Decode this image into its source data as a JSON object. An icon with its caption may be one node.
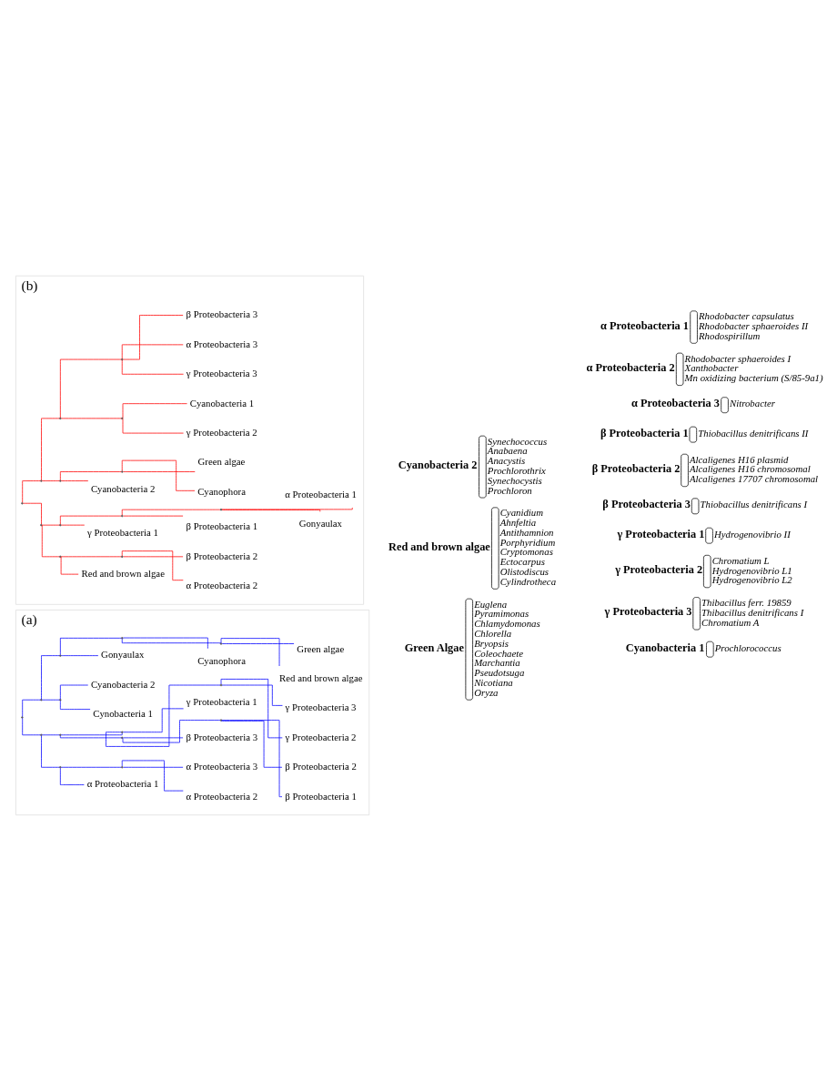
{
  "diagram": {
    "nodes": [
      {
        "text": [
          "(a)"
        ]
      },
      {
        "text": [],
        "shape": "point",
        "in": 0
      },
      {
        "text": [],
        "shape": "point",
        "in": 0
      },
      {
        "text": [],
        "shape": "point",
        "in": 0
      },
      {
        "text": [],
        "shape": "point",
        "in": 0
      },
      {
        "text": [],
        "shape": "point",
        "in": 0
      },
      {
        "text": [
          "Green algae"
        ],
        "in": 0
      },
      {
        "text": [
          "Red and brown algae"
        ],
        "in": 0
      },
      {
        "text": [
          "Cyanophora"
        ],
        "in": 0
      },
      {
        "text": [
          "Gonyaulax"
        ],
        "in": 0
      },
      {
        "text": [],
        "shape": "point",
        "in": 0
      },
      {
        "text": [
          "Cyanobacteria 2"
        ],
        "in": 0
      },
      {
        "text": [
          "Cynobacteria 1"
        ],
        "in": 0
      },
      {
        "text": [],
        "shape": "point",
        "in": 0
      },
      {
        "text": [],
        "shape": "point",
        "in": 0
      },
      {
        "text": [],
        "shape": "point",
        "in": 0
      },
      {
        "text": [],
        "shape": "point",
        "in": 0
      },
      {
        "text": [
          "γ Proteobacteria 3"
        ],
        "in": 0
      },
      {
        "text": [
          "γ Proteobacteria 2"
        ],
        "in": 0
      },
      {
        "text": [
          "γ Proteobacteria 1"
        ],
        "in": 0
      },
      {
        "text": [],
        "shape": "point",
        "in": 0
      },
      {
        "text": [],
        "shape": "point",
        "in": 0
      },
      {
        "text": [
          "β Proteobacteria 2"
        ],
        "in": 0
      },
      {
        "text": [
          "β Proteobacteria 1"
        ],
        "in": 0
      },
      {
        "text": [
          "β Proteobacteria 3"
        ],
        "in": 0
      },
      {
        "text": [],
        "shape": "point",
        "in": 0
      },
      {
        "text": [],
        "shape": "point",
        "in": 0
      },
      {
        "text": [
          "α Proteobacteria 3"
        ],
        "in": 0
      },
      {
        "text": [
          "α Proteobacteria 2"
        ],
        "in": 0
      },
      {
        "text": [
          "α Proteobacteria 1"
        ],
        "in": 0
      },
      {
        "text": [
          "(b)"
        ]
      },
      {
        "text": [],
        "shape": "point",
        "in": 30
      },
      {
        "text": [],
        "shape": "point",
        "in": 30
      },
      {
        "text": [],
        "shape": "point",
        "in": 30
      },
      {
        "text": [],
        "shape": "point",
        "in": 30
      },
      {
        "text": [
          "β Proteobacteria 3"
        ],
        "in": 30
      },
      {
        "text": [
          "α Proteobacteria 3"
        ],
        "in": 30
      },
      {
        "text": [
          "γ Proteobacteria 3"
        ],
        "in": 30
      },
      {
        "text": [],
        "shape": "point",
        "in": 30
      },
      {
        "text": [
          "Cyanobacteria 1"
        ],
        "in": 30
      },
      {
        "text": [
          "γ Proteobacteria 2"
        ],
        "in": 30
      },
      {
        "text": [],
        "shape": "point",
        "in": 30
      },
      {
        "text": [],
        "shape": "point",
        "in": 30
      },
      {
        "text": [
          "Green algae"
        ],
        "in": 30
      },
      {
        "text": [
          "Cyanophora"
        ],
        "in": 30
      },
      {
        "text": [
          "Cyanobacteria 2"
        ],
        "in": 30
      },
      {
        "text": [],
        "shape": "point",
        "in": 30
      },
      {
        "text": [],
        "shape": "point",
        "in": 30
      },
      {
        "text": [],
        "shape": "point",
        "in": 30
      },
      {
        "text": [],
        "shape": "point",
        "in": 30
      },
      {
        "text": [
          "α Proteobacteria 1"
        ],
        "in": 30
      },
      {
        "text": [
          "Gonyaulax"
        ],
        "in": 30
      },
      {
        "text": [
          "β Proteobacteria 1"
        ],
        "in": 30
      },
      {
        "text": [
          "γ Proteobacteria 1"
        ],
        "in": 30
      },
      {
        "text": [],
        "shape": "point",
        "in": 30
      },
      {
        "text": [],
        "shape": "point",
        "in": 30
      },
      {
        "text": [
          "β Proteobacteria 2"
        ],
        "in": 30
      },
      {
        "text": [
          "α Proteobacteria 2"
        ],
        "in": 30
      },
      {
        "text": [
          "Red and brown algae"
        ],
        "in": 30
      },
      {
        "text": [
          "α Proteobacteria 1",
          "Rhodobacter capsulatus",
          "Rhodobacter sphaeroides II",
          "Rhodospirillum"
        ]
      },
      {
        "text": [
          "α Proteobacteria 2",
          "Rhodobacter sphaeroides I",
          "Xanthobacter",
          "Mn oxidizing bacterium (S/85-9a1)"
        ]
      },
      {
        "text": [
          "α Proteobacteria 3",
          "Nitrobacter"
        ]
      },
      {
        "text": [
          "β Proteobacteria 1",
          "Thiobacillus denitrificans II"
        ]
      },
      {
        "text": [
          "β Proteobacteria 2",
          "Alcaligenes H16 plasmid",
          "Alcaligenes H16 chromosomal",
          "Alcaligenes 17707 chromosomal"
        ]
      },
      {
        "text": [
          "β Proteobacteria 3",
          "Thiobacillus denitrificans I"
        ]
      },
      {
        "text": [
          "γ Proteobacteria 1",
          "Hydrogenovibrio II"
        ]
      },
      {
        "text": [
          "γ Proteobacteria 2",
          "Chromatium L",
          "Hydrogenovibrio L1",
          "Hydrogenovibrio L2"
        ]
      },
      {
        "text": [
          "γ Proteobacteria 3",
          "Thibacillus ferr. 19859",
          "Thibacillus denitrificans I",
          "Chromatium A"
        ]
      },
      {
        "text": [
          "Cyanobacteria 1",
          "Prochlorococcus"
        ]
      },
      {
        "text": [
          "Cyanobacteria 2",
          "Synechococcus",
          "Anabaena",
          "Anacystis",
          "Prochlorothrix",
          "Synechocystis",
          "Prochloron"
        ]
      },
      {
        "text": [
          "Red and brown algae",
          "Cyanidium",
          "Ahnfeltia",
          "Antithamnion",
          "Porphyridium",
          "Cryptomonas",
          "Ectocarpus",
          "Olistodiscus",
          "Cylindrotheca"
        ]
      },
      {
        "text": [
          "Green Algae",
          "Euglena",
          "Pyramimonas",
          "Chlamydomonas",
          "Chlorella",
          "Bryopsis",
          "Coleochaete",
          "Marchantia",
          "Pseudotsuga",
          "Nicotiana",
          "Oryza"
        ]
      }
    ],
    "edges": [
      {
        "from": 1,
        "to": 2,
        "arrow": "none"
      },
      {
        "from": 2,
        "to": 3,
        "arrow": "none"
      },
      {
        "from": 3,
        "to": 4,
        "arrow": "none"
      },
      {
        "from": 4,
        "to": 5,
        "arrow": "none"
      },
      {
        "from": 5,
        "to": 6,
        "arrow": "none"
      },
      {
        "from": 5,
        "to": 7,
        "arrow": "none"
      },
      {
        "from": 4,
        "to": 8,
        "arrow": "none"
      },
      {
        "from": 3,
        "to": 9,
        "arrow": "none"
      },
      {
        "from": 2,
        "to": 10,
        "arrow": "none"
      },
      {
        "from": 10,
        "to": 11,
        "arrow": "none"
      },
      {
        "from": 10,
        "to": 12,
        "arrow": "none"
      },
      {
        "from": 1,
        "to": 13,
        "arrow": "none"
      },
      {
        "from": 13,
        "to": 14,
        "arrow": "none"
      },
      {
        "from": 14,
        "to": 15,
        "arrow": "none"
      },
      {
        "from": 15,
        "to": 16,
        "arrow": "none"
      },
      {
        "from": 16,
        "to": 17,
        "arrow": "none"
      },
      {
        "from": 16,
        "to": 18,
        "arrow": "none"
      },
      {
        "from": 15,
        "to": 19,
        "arrow": "none"
      },
      {
        "from": 14,
        "to": 20,
        "arrow": "none"
      },
      {
        "from": 20,
        "to": 21,
        "arrow": "none"
      },
      {
        "from": 21,
        "to": 22,
        "arrow": "none"
      },
      {
        "from": 21,
        "to": 23,
        "arrow": "none"
      },
      {
        "from": 20,
        "to": 24,
        "arrow": "none"
      },
      {
        "from": 13,
        "to": 25,
        "arrow": "none"
      },
      {
        "from": 25,
        "to": 26,
        "arrow": "none"
      },
      {
        "from": 26,
        "to": 27,
        "arrow": "none"
      },
      {
        "from": 26,
        "to": 28,
        "arrow": "none"
      },
      {
        "from": 25,
        "to": 29,
        "arrow": "none"
      },
      {
        "from": 31,
        "to": 32,
        "arrow": "none",
        "color": "#ff0000"
      },
      {
        "from": 32,
        "to": 33,
        "arrow": "none",
        "color": "#ff0000"
      },
      {
        "from": 33,
        "to": 34,
        "arrow": "none",
        "color": "#ff0000"
      },
      {
        "from": 34,
        "to": 35,
        "arrow": "none",
        "color": "#ff0000"
      },
      {
        "from": 34,
        "to": 36,
        "arrow": "none",
        "color": "#ff0000"
      },
      {
        "from": 34,
        "to": 37,
        "arrow": "none",
        "color": "#ff0000"
      },
      {
        "from": 33,
        "to": 38,
        "arrow": "none",
        "color": "#ff0000"
      },
      {
        "from": 38,
        "to": 39,
        "arrow": "none",
        "color": "#ff0000"
      },
      {
        "from": 38,
        "to": 40,
        "arrow": "none",
        "color": "#ff0000"
      },
      {
        "from": 32,
        "to": 41,
        "arrow": "none",
        "color": "#ff0000"
      },
      {
        "from": 41,
        "to": 42,
        "arrow": "none",
        "color": "#ff0000"
      },
      {
        "from": 42,
        "to": 43,
        "arrow": "none",
        "color": "#ff0000"
      },
      {
        "from": 42,
        "to": 44,
        "arrow": "none",
        "color": "#ff0000"
      },
      {
        "from": 41,
        "to": 45,
        "arrow": "none",
        "color": "#ff0000"
      },
      {
        "from": 31,
        "to": 46,
        "arrow": "none",
        "color": "#ff0000"
      },
      {
        "from": 46,
        "to": 47,
        "arrow": "none",
        "color": "#ff0000"
      },
      {
        "from": 47,
        "to": 48,
        "arrow": "none",
        "color": "#ff0000"
      },
      {
        "from": 48,
        "to": 49,
        "arrow": "none",
        "color": "#ff0000"
      },
      {
        "from": 49,
        "to": 50,
        "arrow": "none",
        "color": "#ff0000"
      },
      {
        "from": 49,
        "to": 51,
        "arrow": "none",
        "color": "#ff0000"
      },
      {
        "from": 48,
        "to": 52,
        "arrow": "none",
        "color": "#ff0000"
      },
      {
        "from": 47,
        "to": 53,
        "arrow": "none",
        "color": "#ff0000"
      },
      {
        "from": 46,
        "to": 54,
        "arrow": "none",
        "color": "#ff0000"
      },
      {
        "from": 54,
        "to": 55,
        "arrow": "none",
        "color": "#ff0000"
      },
      {
        "from": 55,
        "to": 56,
        "arrow": "none",
        "color": "#ff0000"
      },
      {
        "from": 55,
        "to": 57,
        "arrow": "none",
        "color": "#ff0000"
      },
      {
        "from": 54,
        "to": 58,
        "arrow": "none",
        "color": "#ff0000"
      }
    ]
  }
}
